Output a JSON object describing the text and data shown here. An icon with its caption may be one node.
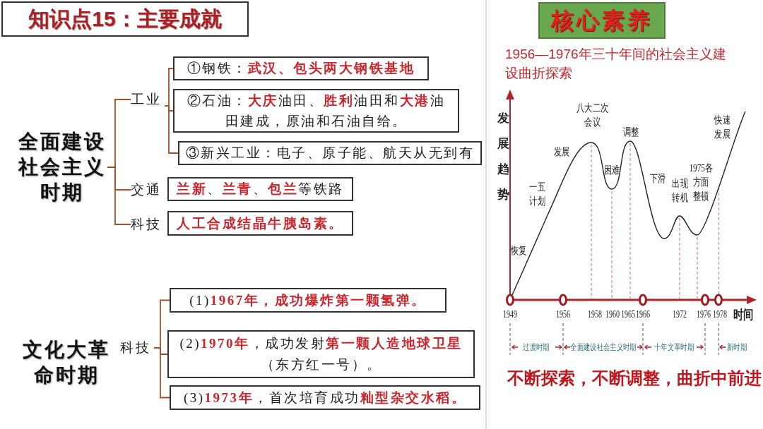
{
  "diagram": {
    "title": "知识点15：主要成就",
    "nodes": [
      {
        "text": [
          "全面建设社会主义时期"
        ]
      },
      {
        "text": [
          "工业"
        ]
      },
      {
        "text": [
          "①钢铁：**武汉、包头两大钢铁基地**"
        ]
      },
      {
        "text": [
          "②石油：**大庆**油田、**胜利**油田和**大港**油田建成，原油和石油自给。"
        ]
      },
      {
        "text": [
          "③新兴工业：电子、原子能、航天从无到有"
        ]
      },
      {
        "text": [
          "交通"
        ]
      },
      {
        "text": [
          "**兰新**、**兰青**、**包兰**等铁路"
        ]
      },
      {
        "text": [
          "科技"
        ]
      },
      {
        "text": [
          "人工合成结晶牛胰岛素。"
        ]
      },
      {
        "text": [
          "文化大革命时期"
        ]
      },
      {
        "text": [
          "科技"
        ]
      },
      {
        "text": [
          "(1)**1967年，成功爆炸第一颗氢弹。**"
        ]
      },
      {
        "text": [
          "(2)**1970年**，成功发射**第一颗人造地球卫星**（东方红一号）。"
        ]
      },
      {
        "text": [
          "(3)**1973年**，首次培育成功**籼型杂交水稻。**"
        ]
      },
      {
        "text": [
          "核心素养"
        ]
      }
    ],
    "edges": [
      {
        "from": 0,
        "to": 1,
        "arrow": "none"
      },
      {
        "from": 0,
        "to": 5,
        "arrow": "none"
      },
      {
        "from": 0,
        "to": 7,
        "arrow": "none"
      },
      {
        "from": 1,
        "to": 2,
        "arrow": "none"
      },
      {
        "from": 1,
        "to": 3,
        "arrow": "none"
      },
      {
        "from": 1,
        "to": 4,
        "arrow": "none"
      },
      {
        "from": 10,
        "to": 11,
        "arrow": "none"
      },
      {
        "from": 10,
        "to": 12,
        "arrow": "none"
      },
      {
        "from": 10,
        "to": 13,
        "arrow": "none"
      }
    ],
    "labels": [
      "1956—1976年三十年间的社会主义建设曲折探索",
      "发展趋势",
      "八大二次会议",
      "调整",
      "快速发展",
      "发展",
      "一五计划",
      "困难",
      "下滑",
      "出现转机",
      "1975各方面整顿",
      "恢复",
      "1949",
      "1956",
      "1958",
      "1960",
      "1965",
      "1966",
      "1972",
      "1976",
      "1978",
      "时间",
      "过渡时期",
      "全面建设社会主义时期",
      "十年文革时期",
      "新时期",
      "不断探索，不断调整，曲折中前进"
    ]
  }
}
